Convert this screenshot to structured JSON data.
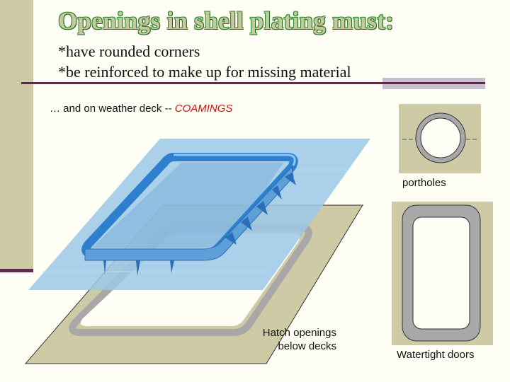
{
  "slide": {
    "title": "Openings in shell plating must:",
    "bullets": [
      "*have rounded corners",
      "*be reinforced to make up for missing material"
    ],
    "subtitle_prefix": "… and on weather deck -- ",
    "subtitle_highlight": "COAMINGS"
  },
  "labels": {
    "portholes": "portholes",
    "hatch_line1": "Hatch openings",
    "hatch_line2": "below decks",
    "watertight_doors": "Watertight doors"
  },
  "colors": {
    "deck_plate": "#cfcaa6",
    "weather_deck": "#9cc8e6",
    "coaming": "#2f7fcf",
    "accent_rule": "#5a2e4a",
    "highlight_text": "#cc1111"
  }
}
